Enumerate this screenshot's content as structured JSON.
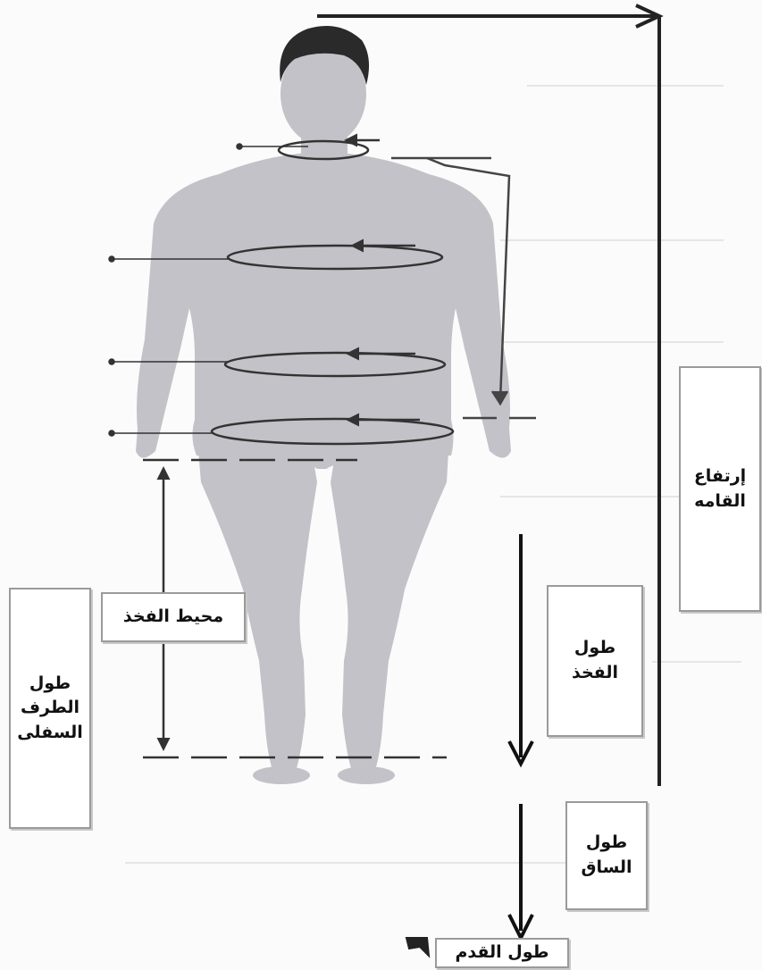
{
  "labels": {
    "height": "إرتفاع\nالقامه",
    "lower_limb_length": "طول\nالطرف\nالسفلى",
    "thigh_circumference": "محيط الفخذ",
    "thigh_length": "طول\nالفخذ",
    "leg_length": "طول\nالساق",
    "foot_length": "طول القدم"
  },
  "colors": {
    "figure": "#c2c2c8",
    "hair": "#2a2a2a",
    "arrow": "#333333",
    "box_border": "#9a9a9a"
  },
  "icons": {
    "figure": "human-body-front-icon",
    "arrows": "measurement-arrow-icon"
  }
}
